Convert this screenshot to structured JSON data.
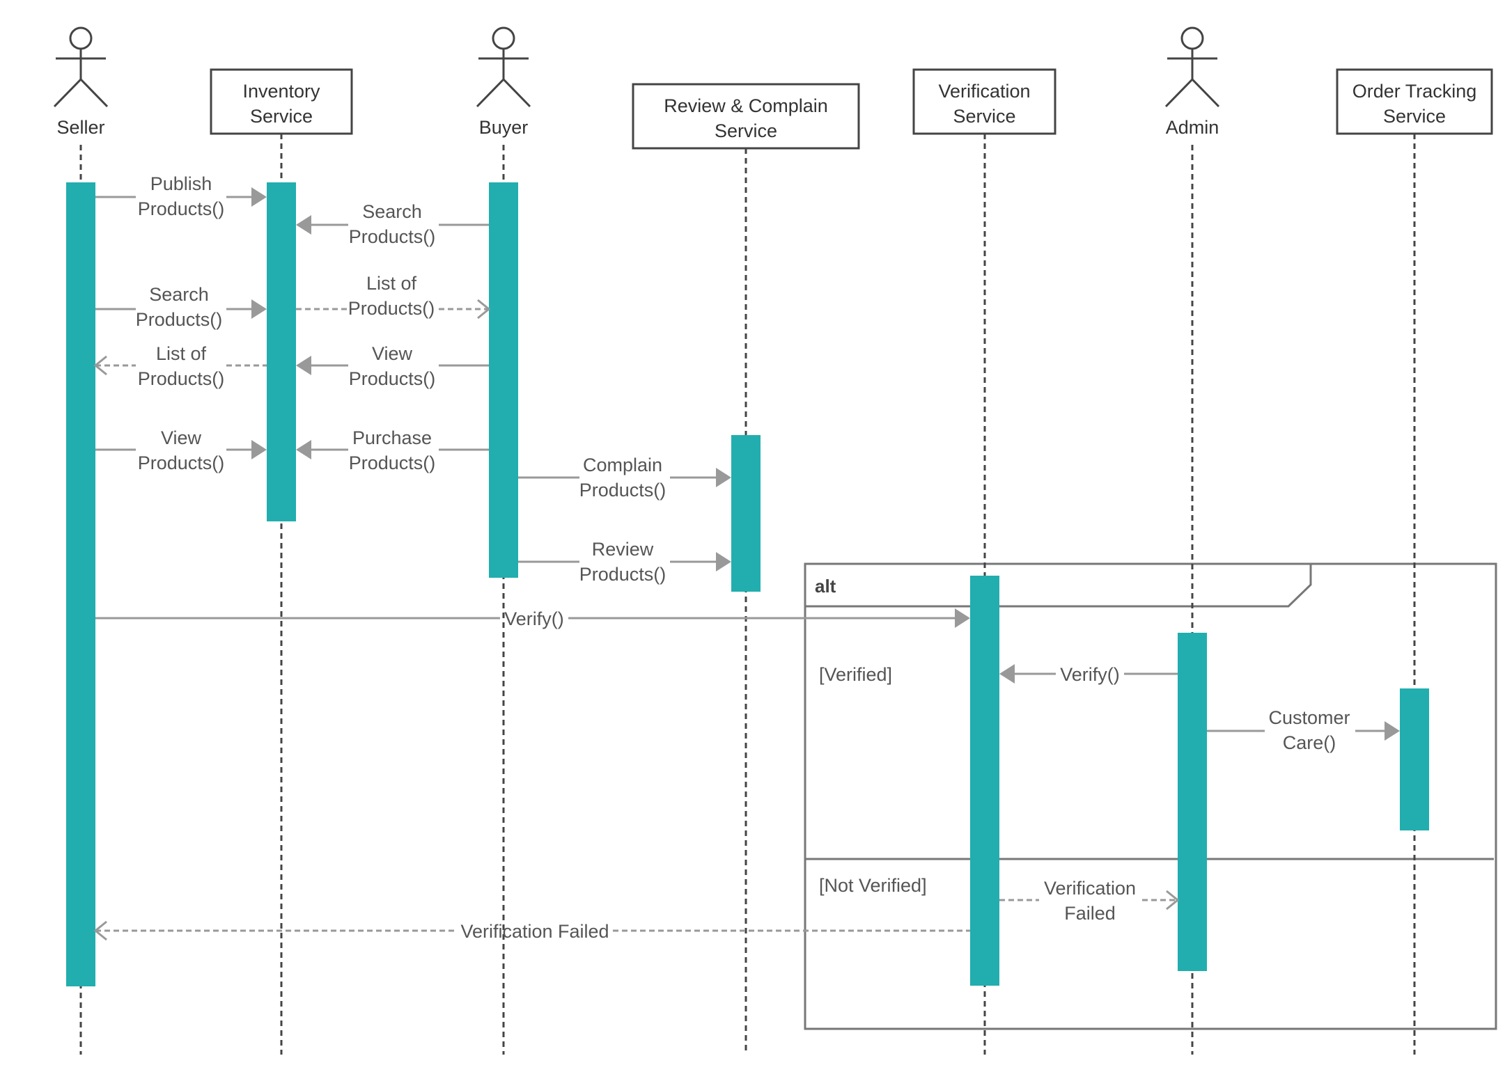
{
  "colors": {
    "activation": "#22aeae",
    "line": "#444444",
    "arrow": "#999999",
    "label": "#555555",
    "frame": "#777777"
  },
  "participants": [
    {
      "id": "seller",
      "kind": "actor",
      "label": "Seller",
      "lines": [
        "Seller"
      ]
    },
    {
      "id": "inventory",
      "kind": "box",
      "label": "Inventory Service",
      "lines": [
        "Inventory",
        "Service"
      ]
    },
    {
      "id": "buyer",
      "kind": "actor",
      "label": "Buyer",
      "lines": [
        "Buyer"
      ]
    },
    {
      "id": "review",
      "kind": "box",
      "label": "Review & Complain Service",
      "lines": [
        "Review & Complain",
        "Service"
      ]
    },
    {
      "id": "verification",
      "kind": "box",
      "label": "Verification Service",
      "lines": [
        "Verification",
        "Service"
      ]
    },
    {
      "id": "admin",
      "kind": "actor",
      "label": "Admin",
      "lines": [
        "Admin"
      ]
    },
    {
      "id": "tracking",
      "kind": "box",
      "label": "Order Tracking Service",
      "lines": [
        "Order Tracking",
        "Service"
      ]
    }
  ],
  "messages": [
    {
      "from": "seller",
      "to": "inventory",
      "lines": [
        "Publish",
        "Products()"
      ],
      "style": "sync"
    },
    {
      "from": "buyer",
      "to": "inventory",
      "lines": [
        "Search",
        "Products()"
      ],
      "style": "sync"
    },
    {
      "from": "seller",
      "to": "inventory",
      "lines": [
        "Search",
        "Products()"
      ],
      "style": "sync"
    },
    {
      "from": "inventory",
      "to": "buyer",
      "lines": [
        "List of",
        "Products()"
      ],
      "style": "reply"
    },
    {
      "from": "inventory",
      "to": "seller",
      "lines": [
        "List of",
        "Products()"
      ],
      "style": "reply"
    },
    {
      "from": "buyer",
      "to": "inventory",
      "lines": [
        "View",
        "Products()"
      ],
      "style": "sync"
    },
    {
      "from": "seller",
      "to": "inventory",
      "lines": [
        "View",
        "Products()"
      ],
      "style": "sync"
    },
    {
      "from": "buyer",
      "to": "inventory",
      "lines": [
        "Purchase",
        "Products()"
      ],
      "style": "sync"
    },
    {
      "from": "buyer",
      "to": "review",
      "lines": [
        "Complain",
        "Products()"
      ],
      "style": "sync"
    },
    {
      "from": "buyer",
      "to": "review",
      "lines": [
        "Review",
        "Products()"
      ],
      "style": "sync"
    },
    {
      "from": "seller",
      "to": "verification",
      "lines": [
        "Verify()"
      ],
      "style": "sync"
    },
    {
      "from": "admin",
      "to": "verification",
      "lines": [
        "Verify()"
      ],
      "style": "sync"
    },
    {
      "from": "admin",
      "to": "tracking",
      "lines": [
        "Customer",
        "Care()"
      ],
      "style": "sync"
    },
    {
      "from": "verification",
      "to": "admin",
      "lines": [
        "Verification",
        "Failed"
      ],
      "style": "reply"
    },
    {
      "from": "verification",
      "to": "seller",
      "lines": [
        "Verification Failed"
      ],
      "style": "reply"
    }
  ],
  "fragment": {
    "operator": "alt",
    "guards": [
      "[Verified]",
      "[Not Verified]"
    ]
  }
}
